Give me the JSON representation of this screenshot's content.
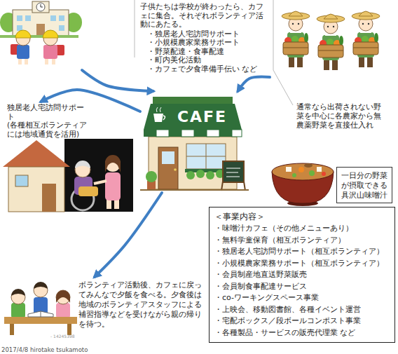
{
  "diagram": {
    "nodes": [
      {
        "text": [
          "子供たちは学校が終わったら、カフェに集合。それぞれボランティア活動にあたる。",
          "・独居老人宅訪問サポート",
          "・小規模農家業務サポート",
          "・野菜配達・食事配達",
          "・町内美化活動",
          "・カフェで夕食準備手伝い など"
        ]
      },
      {
        "text": [
          "通常なら出荷されない野菜を中心に各農家から無農薬野菜を直接仕入れ"
        ]
      },
      {
        "text": [
          "CAFE"
        ]
      },
      {
        "text": [
          "独居老人宅訪問サポート",
          "(各種相互ボランティアには地域通貨を活用)"
        ]
      },
      {
        "text": [
          "ボランティア活動後、カフェに戻ってみんなで夕飯を食べる。夕食後は地域のボランティアスタッフによる補習指導などを受けながら親の帰りを待つ。"
        ]
      },
      {
        "text": [
          "一日分の野菜が摂取できる具沢山味噌汁"
        ]
      },
      {
        "text": [
          "＜事業内容＞",
          "・味噌汁カフェ（その他メニューあり）",
          "・無料学童保育（相互ボランティア）",
          "・独居老人宅訪問サポート（相互ボランティア）",
          "・小規模農家業務サポート（相互ボランティア）",
          "・会員制産地直送野菜販売",
          "・会員制食事配達サービス",
          "・co-ワーキングスペース事業",
          "・上映会、移動図書館、各種イベント運営",
          "・宅配ボックス／段ボールコンポスト事業",
          "・各種製品・サービスの販売代理業 など"
        ]
      }
    ],
    "edges": [
      {
        "from": 0,
        "to": 2,
        "arrow": "to"
      },
      {
        "from": 1,
        "to": 2,
        "arrow": "to"
      },
      {
        "from": 2,
        "to": 3,
        "arrow": "to"
      },
      {
        "from": 2,
        "to": 4,
        "arrow": "to"
      }
    ],
    "labels": [
      "- 14245398",
      "2017/4/8 hirotake tsukamoto"
    ]
  }
}
